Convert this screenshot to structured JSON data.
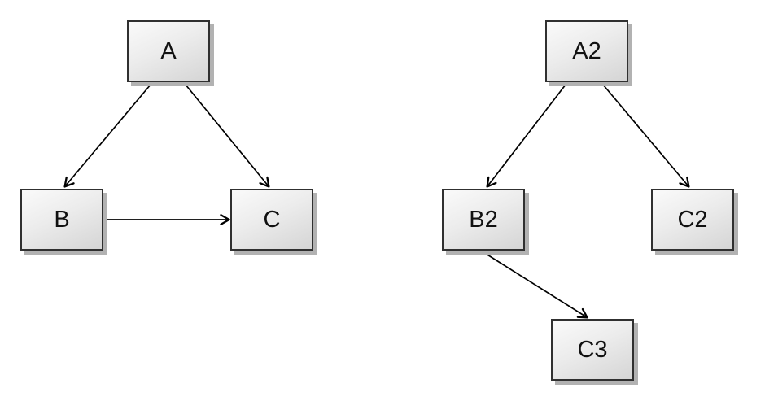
{
  "diagrams": [
    {
      "name": "left-graph",
      "nodes": [
        {
          "id": "A",
          "label": "A"
        },
        {
          "id": "B",
          "label": "B"
        },
        {
          "id": "C",
          "label": "C"
        }
      ],
      "edges": [
        {
          "from": "A",
          "to": "B"
        },
        {
          "from": "A",
          "to": "C"
        },
        {
          "from": "B",
          "to": "C"
        }
      ]
    },
    {
      "name": "right-graph",
      "nodes": [
        {
          "id": "A2",
          "label": "A2"
        },
        {
          "id": "B2",
          "label": "B2"
        },
        {
          "id": "C2",
          "label": "C2"
        },
        {
          "id": "C3",
          "label": "C3"
        }
      ],
      "edges": [
        {
          "from": "A2",
          "to": "B2"
        },
        {
          "from": "A2",
          "to": "C2"
        },
        {
          "from": "B2",
          "to": "C3"
        }
      ]
    }
  ],
  "colors": {
    "background": "#ffffff",
    "node_fill_top": "#fafafa",
    "node_fill_bottom": "#d5d5d5",
    "node_border": "#303030",
    "node_shadow": "#b2b2b2",
    "edge": "#000000",
    "label": "#111111"
  }
}
